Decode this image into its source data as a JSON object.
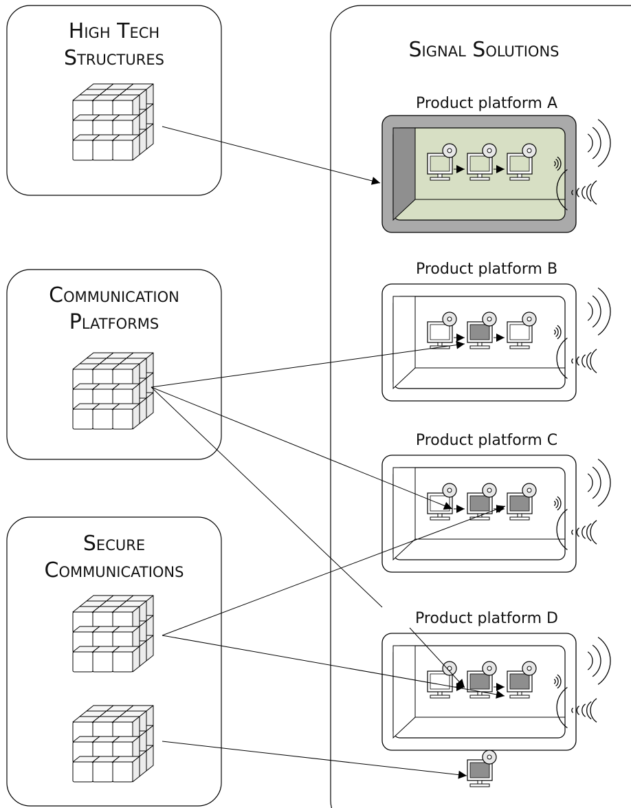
{
  "groups": {
    "high_tech": {
      "line1": "High Tech",
      "line2": "Structures"
    },
    "communication": {
      "line1": "Communication",
      "line2": "Platforms"
    },
    "secure": {
      "line1": "Secure",
      "line2": "Communications"
    },
    "signal": {
      "title": "Signal Solutions"
    }
  },
  "platforms": [
    {
      "label": "Product platform A",
      "style": "shaded",
      "computers": [
        "light",
        "light",
        "light"
      ]
    },
    {
      "label": "Product platform B",
      "style": "plain",
      "computers": [
        "white",
        "dark",
        "white"
      ]
    },
    {
      "label": "Product platform C",
      "style": "plain",
      "computers": [
        "white",
        "dark",
        "dark"
      ]
    },
    {
      "label": "Product platform D",
      "style": "plain",
      "computers": [
        "white",
        "dark",
        "dark"
      ]
    }
  ],
  "colors": {
    "frame_shaded": "#aaaaaa",
    "screen_shaded": "#d7dfc4",
    "screen_light": "#d7dfc4",
    "screen_dark": "#8e8e8e",
    "screen_white": "#ffffff",
    "cube_front": "#ffffff",
    "cube_top": "#f7f7f7",
    "cube_side": "#ececec"
  },
  "icons": {
    "cube": "block-cube-icon",
    "computer": "computer-with-disc-icon",
    "signal": "radio-waves-icon"
  }
}
